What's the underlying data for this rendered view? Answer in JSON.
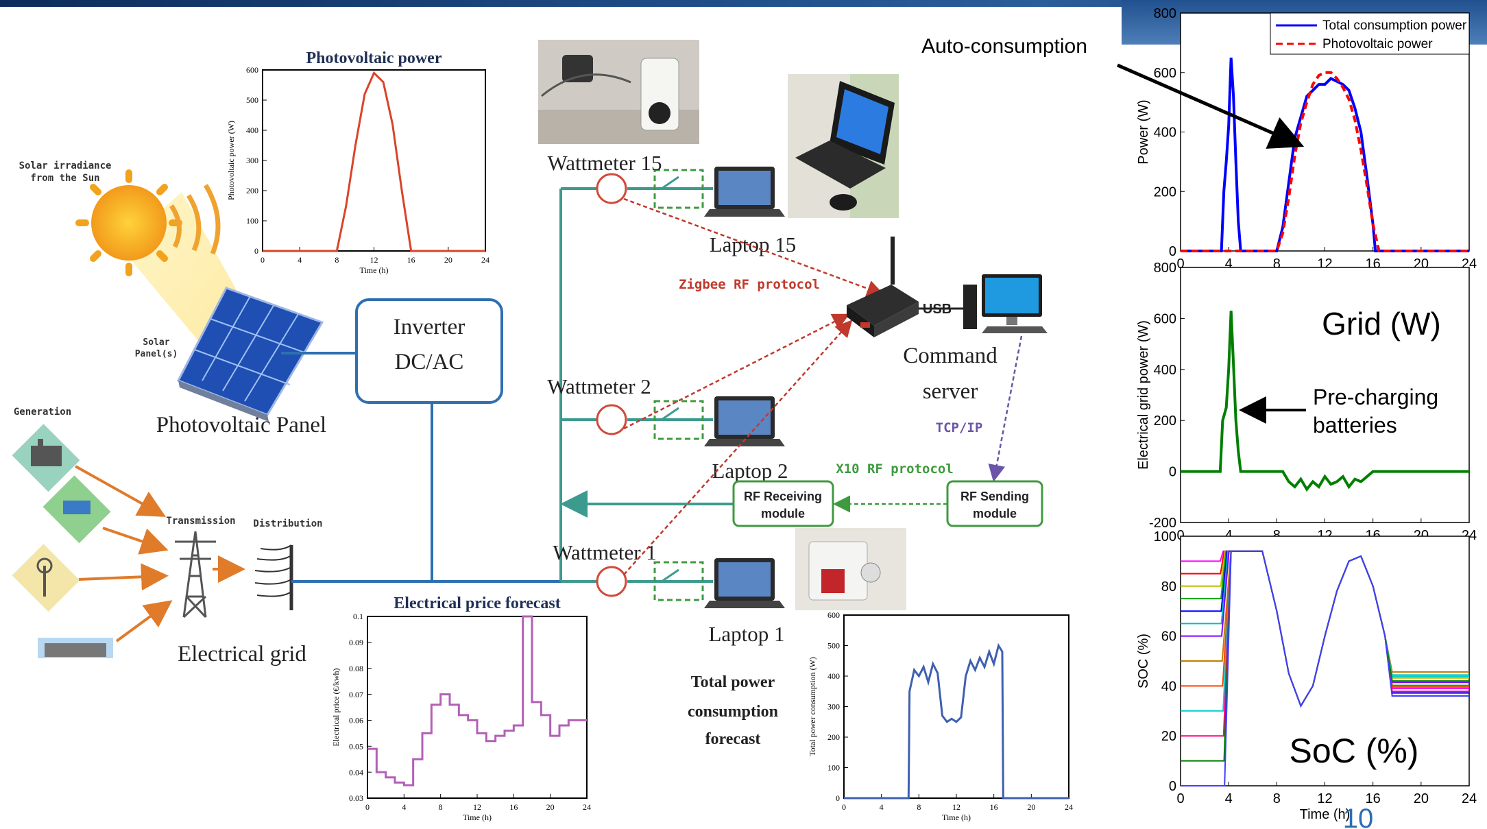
{
  "labels": {
    "solar_irradiance_line1": "Solar irradiance",
    "solar_irradiance_line2": "from the Sun",
    "solar_panels_line1": "Solar",
    "solar_panels_line2": "Panel(s)",
    "photovoltaic_panel": "Photovoltaic Panel",
    "inverter_line1": "Inverter",
    "inverter_line2": "DC/AC",
    "generation": "Generation",
    "transmission": "Transmission",
    "distribution": "Distribution",
    "electrical_grid": "Electrical grid",
    "wattmeter_15": "Wattmeter 15",
    "wattmeter_2": "Wattmeter 2",
    "wattmeter_1": "Wattmeter 1",
    "laptop_15": "Laptop 15",
    "laptop_2": "Laptop 2",
    "laptop_1": "Laptop 1",
    "zigbee": "Zigbee RF protocol",
    "usb": "USB",
    "command_server_line1": "Command",
    "command_server_line2": "server",
    "tcpip": "TCP/IP",
    "x10": "X10 RF protocol",
    "rf_receiving_line1": "RF Receiving",
    "rf_receiving_line2": "module",
    "rf_sending_line1": "RF Sending",
    "rf_sending_line2": "module",
    "total_power_line1": "Total power",
    "total_power_line2": "consumption",
    "total_power_line3": "forecast",
    "auto_consumption": "Auto-consumption",
    "grid_label": "Grid (W)",
    "pre_charging_line1": "Pre-charging",
    "pre_charging_line2": "batteries",
    "soc_label": "SoC (%)",
    "slide_number": "10"
  },
  "colors": {
    "accent_blue": "#2c6db5",
    "grid_line": "#2f6fb0",
    "teal_line": "#3d9a8f",
    "zigbee_red": "#c0392b",
    "x10_green": "#3f9a3f",
    "tcpip_purple": "#6a55a8"
  },
  "chart_data": [
    {
      "type": "line",
      "title": "Photovoltaic power",
      "xlabel": "Time (h)",
      "ylabel": "Photovoltaic power (W)",
      "xlim": [
        0,
        24
      ],
      "ylim": [
        0,
        600
      ],
      "xticks": [
        "0",
        "4",
        "8",
        "12",
        "16",
        "20",
        "24"
      ],
      "yticks": [
        "0",
        "100",
        "200",
        "300",
        "400",
        "500",
        "600"
      ],
      "series": [
        {
          "color": "#d9442b",
          "x": [
            0,
            8,
            9,
            10,
            11,
            12,
            13,
            14,
            15,
            16,
            24
          ],
          "y": [
            0,
            0,
            150,
            350,
            520,
            590,
            560,
            420,
            200,
            0,
            0
          ]
        }
      ]
    },
    {
      "type": "line",
      "title": "Electrical price forecast",
      "xlabel": "Time (h)",
      "ylabel": "Electrical price (€/kwh)",
      "xlim": [
        0,
        24
      ],
      "ylim": [
        0.03,
        0.1
      ],
      "xticks": [
        "0",
        "4",
        "8",
        "12",
        "16",
        "20",
        "24"
      ],
      "yticks": [
        "0.03",
        "0.04",
        "0.05",
        "0.06",
        "0.07",
        "0.08",
        "0.09",
        "0.1"
      ],
      "series": [
        {
          "color": "#b35fb8",
          "step": true,
          "x": [
            0,
            1,
            2,
            3,
            4,
            5,
            6,
            7,
            8,
            9,
            10,
            11,
            12,
            13,
            14,
            15,
            16,
            17,
            18,
            19,
            20,
            21,
            22,
            23,
            24
          ],
          "y": [
            0.049,
            0.04,
            0.038,
            0.036,
            0.035,
            0.045,
            0.055,
            0.066,
            0.07,
            0.066,
            0.062,
            0.06,
            0.055,
            0.052,
            0.054,
            0.056,
            0.058,
            0.1,
            0.067,
            0.062,
            0.054,
            0.058,
            0.06,
            0.06,
            0.06
          ]
        }
      ]
    },
    {
      "type": "line",
      "title": "",
      "xlabel": "Time (h)",
      "ylabel": "Total power consumption (W)",
      "xlim": [
        0,
        24
      ],
      "ylim": [
        0,
        600
      ],
      "xticks": [
        "0",
        "4",
        "8",
        "12",
        "16",
        "20",
        "24"
      ],
      "yticks": [
        "0",
        "100",
        "200",
        "300",
        "400",
        "500",
        "600"
      ],
      "series": [
        {
          "color": "#3f5fb0",
          "x": [
            0,
            6.9,
            7,
            7.5,
            8,
            8.5,
            9,
            9.5,
            10,
            10.5,
            11,
            11.5,
            12,
            12.5,
            13,
            13.5,
            14,
            14.5,
            15,
            15.5,
            16,
            16.5,
            16.9,
            17,
            24
          ],
          "y": [
            0,
            0,
            350,
            420,
            400,
            430,
            380,
            440,
            410,
            270,
            250,
            260,
            250,
            265,
            400,
            450,
            420,
            460,
            430,
            480,
            440,
            500,
            480,
            0,
            0
          ]
        }
      ]
    },
    {
      "type": "line",
      "title": "",
      "xlabel": "",
      "ylabel": "Power (W)",
      "xlim": [
        0,
        24
      ],
      "ylim": [
        0,
        800
      ],
      "xticks": [
        "0",
        "4",
        "8",
        "12",
        "16",
        "20",
        "24"
      ],
      "yticks": [
        "0",
        "200",
        "400",
        "600",
        "800"
      ],
      "legend": "top-right",
      "series": [
        {
          "name": "Total consumption power",
          "color": "#0000ff",
          "dash": false,
          "x": [
            0,
            3.4,
            3.6,
            3.8,
            4.0,
            4.2,
            4.4,
            4.6,
            4.8,
            5.0,
            8,
            8.5,
            9,
            9.5,
            10,
            10.5,
            11,
            11.5,
            12,
            12.5,
            13,
            13.5,
            14,
            14.5,
            15,
            15.5,
            16,
            16.2,
            24
          ],
          "y": [
            0,
            0,
            200,
            300,
            420,
            650,
            520,
            300,
            100,
            0,
            0,
            80,
            230,
            380,
            450,
            520,
            540,
            560,
            560,
            580,
            570,
            560,
            540,
            480,
            400,
            250,
            90,
            0,
            0
          ]
        },
        {
          "name": "Photovoltaic power",
          "color": "#ff0000",
          "dash": true,
          "x": [
            0,
            8,
            8.5,
            9,
            9.5,
            10,
            10.5,
            11,
            11.5,
            12,
            12.5,
            13,
            13.5,
            14,
            14.5,
            15,
            15.5,
            16,
            16.5,
            24
          ],
          "y": [
            0,
            0,
            60,
            180,
            320,
            430,
            500,
            560,
            590,
            600,
            600,
            580,
            550,
            510,
            440,
            340,
            220,
            90,
            0,
            0
          ]
        }
      ]
    },
    {
      "type": "line",
      "title": "",
      "xlabel": "",
      "ylabel": "Electrical grid power (W)",
      "xlim": [
        0,
        24
      ],
      "ylim": [
        -200,
        800
      ],
      "xticks": [
        "0",
        "4",
        "8",
        "12",
        "16",
        "20",
        "24"
      ],
      "yticks": [
        "-200",
        "0",
        "200",
        "400",
        "600",
        "800"
      ],
      "series": [
        {
          "color": "#007f00",
          "x": [
            0,
            3.3,
            3.5,
            3.8,
            4.0,
            4.2,
            4.4,
            4.6,
            4.8,
            5.0,
            8.5,
            9,
            9.5,
            10,
            10.5,
            11,
            11.5,
            12,
            12.5,
            13,
            13.5,
            14,
            14.5,
            15,
            15.5,
            16,
            24
          ],
          "y": [
            0,
            0,
            200,
            250,
            400,
            630,
            420,
            200,
            80,
            0,
            0,
            -40,
            -60,
            -30,
            -70,
            -40,
            -60,
            -20,
            -50,
            -40,
            -20,
            -60,
            -30,
            -40,
            -20,
            0,
            0
          ]
        }
      ]
    },
    {
      "type": "line",
      "title": "",
      "xlabel": "Time (h)",
      "ylabel": "SOC (%)",
      "xlim": [
        0,
        24
      ],
      "ylim": [
        0,
        100
      ],
      "xticks": [
        "0",
        "4",
        "8",
        "12",
        "16",
        "20",
        "24"
      ],
      "yticks": [
        "0",
        "20",
        "40",
        "60",
        "80",
        "100"
      ],
      "series": [
        {
          "color": "#ff00ff",
          "start": 90
        },
        {
          "color": "#ff0000",
          "start": 85
        },
        {
          "color": "#bfbf00",
          "start": 80
        },
        {
          "color": "#00aa00",
          "start": 75
        },
        {
          "color": "#0000ff",
          "start": 70
        },
        {
          "color": "#00bfbf",
          "start": 65
        },
        {
          "color": "#7f00ff",
          "start": 60
        },
        {
          "color": "#bf7f00",
          "start": 50
        },
        {
          "color": "#ff3f00",
          "start": 40
        },
        {
          "color": "#00cfcf",
          "start": 30
        },
        {
          "color": "#ff007f",
          "start": 20
        },
        {
          "color": "#007f00",
          "start": 10
        },
        {
          "color": "#3f3fff",
          "start": 0
        }
      ]
    }
  ]
}
